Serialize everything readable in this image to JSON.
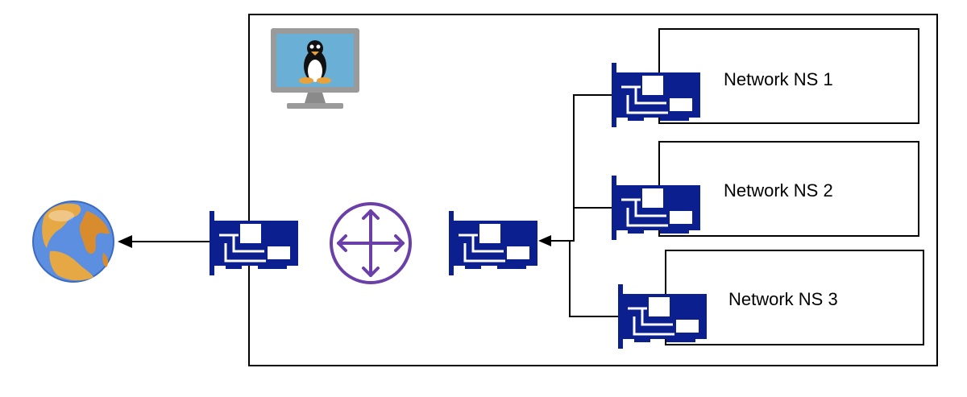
{
  "diagram": {
    "namespaces": [
      {
        "label": "Network NS 1"
      },
      {
        "label": "Network NS 2"
      },
      {
        "label": "Network NS 3"
      }
    ],
    "icons": {
      "host": "linux-monitor-icon",
      "internet": "globe-icon",
      "router": "router-icon",
      "nic": "network-card-icon"
    },
    "colors": {
      "nic": "#0b1f8f",
      "router": "#6b3fa8",
      "monitor_screen": "#6ab0d6",
      "monitor_frame": "#9a9a9a",
      "lines": "#000000"
    }
  }
}
